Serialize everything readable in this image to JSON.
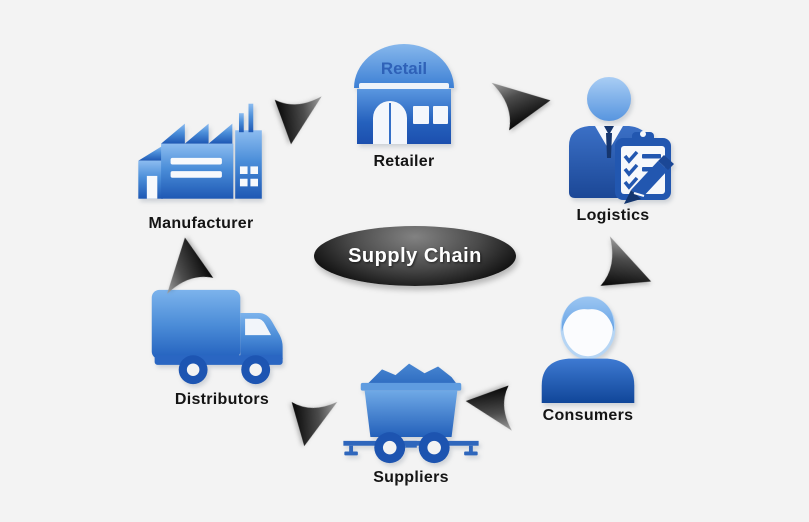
{
  "diagram": {
    "title": "Supply Chain",
    "background_color": "#f3f3f3",
    "center": {
      "label": "Supply Chain",
      "shape": "ellipse",
      "fill_top": "#828282",
      "fill_bottom": "#000000",
      "text_color": "#ffffff"
    },
    "icon_colors": {
      "blue_light": "#8cbcf0",
      "blue_mid": "#4b8ed9",
      "blue_dark": "#1e58b4",
      "arrow_dark": "#1a1a1a"
    },
    "nodes": [
      {
        "id": "manufacturer",
        "label": "Manufacturer",
        "icon": "factory-icon"
      },
      {
        "id": "retailer",
        "label": "Retailer",
        "icon": "retail-store-icon",
        "icon_text": "Retail"
      },
      {
        "id": "logistics",
        "label": "Logistics",
        "icon": "person-clipboard-icon"
      },
      {
        "id": "consumers",
        "label": "Consumers",
        "icon": "person-icon"
      },
      {
        "id": "suppliers",
        "label": "Suppliers",
        "icon": "mine-cart-icon"
      },
      {
        "id": "distributors",
        "label": "Distributors",
        "icon": "delivery-truck-icon"
      }
    ],
    "arrows": [
      {
        "from": "manufacturer",
        "to": "retailer"
      },
      {
        "from": "retailer",
        "to": "logistics"
      },
      {
        "from": "logistics",
        "to": "consumers"
      },
      {
        "from": "consumers",
        "to": "suppliers"
      },
      {
        "from": "suppliers",
        "to": "distributors"
      },
      {
        "from": "distributors",
        "to": "manufacturer"
      }
    ]
  }
}
